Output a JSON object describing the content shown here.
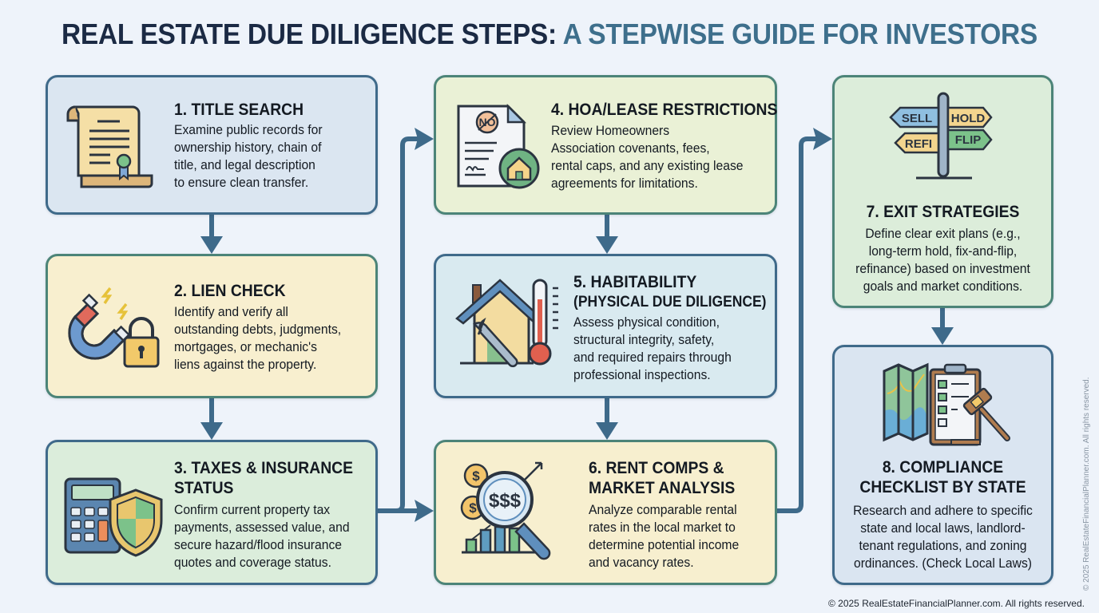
{
  "title": {
    "part1": "REAL ESTATE DUE DILIGENCE STEPS:",
    "part2": "A STEPWISE GUIDE FOR INVESTORS"
  },
  "steps": [
    {
      "heading": "1. TITLE SEARCH",
      "lines": [
        "Examine public records for",
        "ownership history, chain of",
        "title, and legal description",
        "to ensure clean transfer."
      ],
      "icon": "scroll-deed-icon"
    },
    {
      "heading": "2. LIEN CHECK",
      "lines": [
        "Identify and verify all",
        "outstanding debts, judgments,",
        "mortgages, or mechanic's",
        "liens against the property."
      ],
      "icon": "magnet-lock-icon"
    },
    {
      "heading_lines": [
        "3. TAXES & INSURANCE",
        "STATUS"
      ],
      "lines": [
        "Confirm current property tax",
        "payments, assessed value, and",
        "secure hazard/flood insurance",
        "quotes and coverage status."
      ],
      "icon": "calculator-shield-icon"
    },
    {
      "heading": "4. HOA/LEASE RESTRICTIONS",
      "lines": [
        "Review Homeowners",
        "Association covenants, fees,",
        "rental caps, and any existing lease",
        "agreements for limitations."
      ],
      "icon": "document-house-icon",
      "icon_text": "NO"
    },
    {
      "heading": "5. HABITABILITY",
      "subheading": "(PHYSICAL DUE DILIGENCE)",
      "lines": [
        "Assess physical condition,",
        "structural integrity, safety,",
        "and required repairs through",
        "professional inspections."
      ],
      "icon": "house-wrench-thermometer-icon"
    },
    {
      "heading_lines": [
        "6. RENT COMPS &",
        "MARKET ANALYSIS"
      ],
      "lines": [
        "Analyze comparable rental",
        "rates in the local market to",
        "determine potential income",
        "and vacancy rates."
      ],
      "icon": "magnifier-chart-icon",
      "icon_text": "$$$",
      "coin_symbol": "$"
    },
    {
      "heading": "7. EXIT STRATEGIES",
      "lines": [
        "Define clear exit plans (e.g.,",
        "long-term hold, fix-and-flip,",
        "refinance) based on investment",
        "goals and market conditions."
      ],
      "icon": "signpost-icon",
      "signs": [
        "SELL",
        "HOLD",
        "REFI",
        "FLIP"
      ]
    },
    {
      "heading_lines": [
        "8. COMPLIANCE",
        "CHECKLIST BY STATE"
      ],
      "lines": [
        "Research and adhere to specific",
        "state and local laws, landlord-",
        "tenant regulations, and zoning",
        "ordinances. (Check Local Laws)"
      ],
      "icon": "map-clipboard-gavel-icon"
    }
  ],
  "footer": {
    "copyright": "© 2025 RealEstateFinancialPlanner.com. All rights reserved.",
    "vertical_copyright": "© 2025 RealEstateFinancialPlanner.com. All rights reserved."
  },
  "colors": {
    "title_dark": "#1b2a44",
    "title_accent": "#3e6f8c",
    "connector": "#3e6a8a",
    "background": "#eef3fa"
  }
}
